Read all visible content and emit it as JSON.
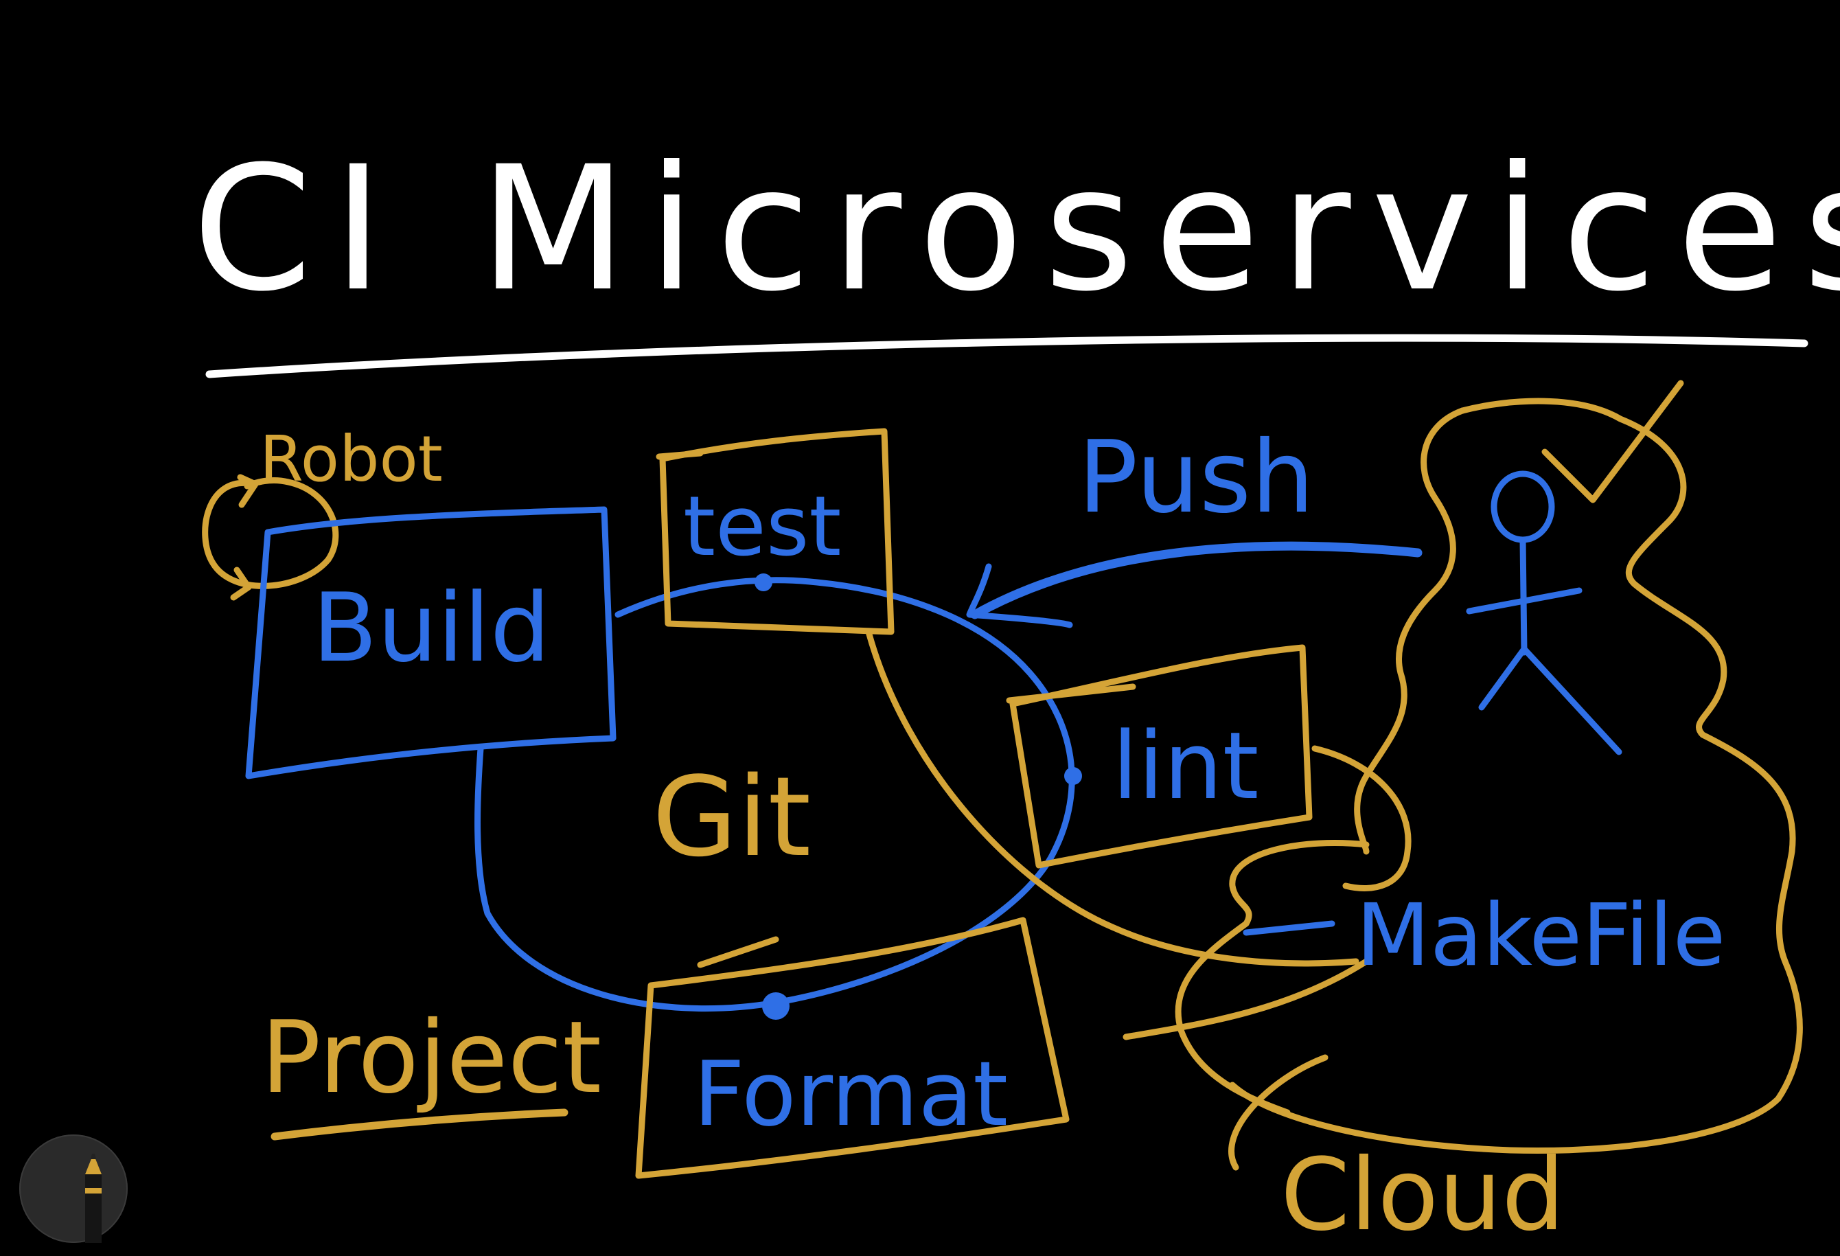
{
  "title": "CI Microservices",
  "labels": {
    "robot": "Robot",
    "build": "Build",
    "test": "test",
    "push": "Push",
    "git": "Git",
    "lint": "lint",
    "makefile": "MakeFile",
    "project": "Project",
    "format": "Format",
    "cloud": "Cloud"
  },
  "colors": {
    "background": "#000000",
    "white_ink": "#ffffff",
    "gold_ink": "#d4a437",
    "blue_ink": "#2f6fe6"
  },
  "toolbar": {
    "tool_icon": "pencil-icon"
  }
}
